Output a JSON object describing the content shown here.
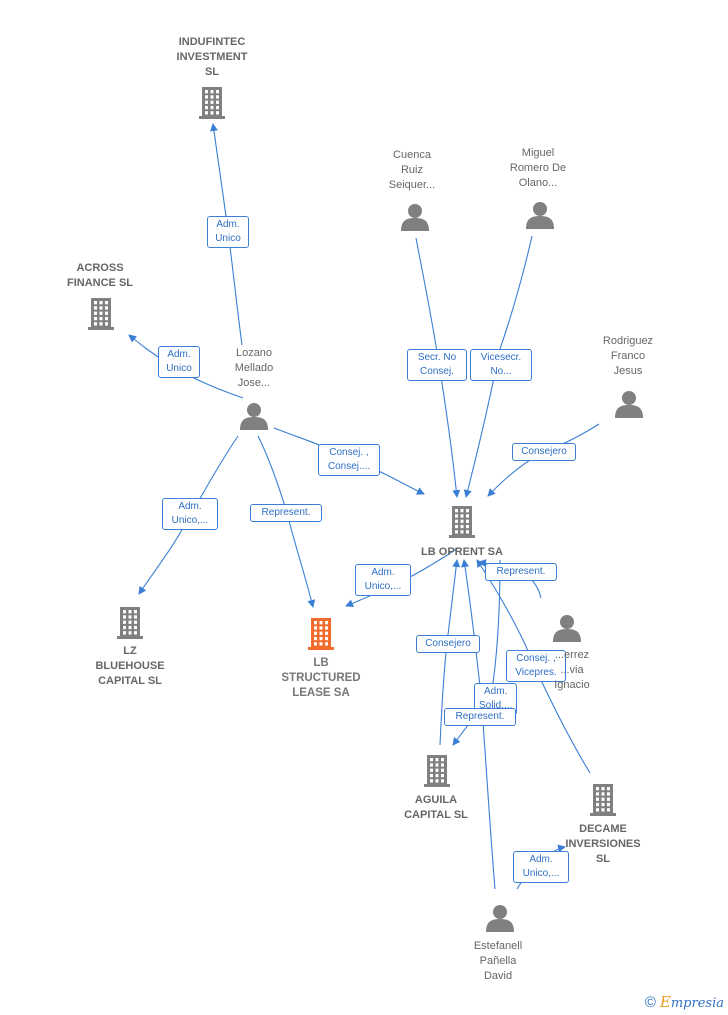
{
  "colors": {
    "edge": "#3a7fd5",
    "node": "#808080",
    "focus": "#f26b2d",
    "text": "#666666"
  },
  "nodes": [
    {
      "id": "indufintec",
      "kind": "company",
      "label": "INDUFINTEC\nINVESTMENT\nSL",
      "icon": "building-icon"
    },
    {
      "id": "across",
      "kind": "company",
      "label": "ACROSS\nFINANCE  SL",
      "icon": "building-icon"
    },
    {
      "id": "lozano",
      "kind": "person",
      "label": "Lozano\nMellado\nJose...",
      "icon": "person-icon"
    },
    {
      "id": "cuenca",
      "kind": "person",
      "label": "Cuenca\nRuiz\nSeiquer...",
      "icon": "person-icon"
    },
    {
      "id": "miguel",
      "kind": "person",
      "label": "Miguel\nRomero De\nOlano...",
      "icon": "person-icon"
    },
    {
      "id": "rodriguez",
      "kind": "person",
      "label": "Rodriguez\nFranco\nJesus",
      "icon": "person-icon"
    },
    {
      "id": "lboprent",
      "kind": "company",
      "label": "LB OPRENT SA",
      "icon": "building-icon"
    },
    {
      "id": "lz",
      "kind": "company",
      "label": "LZ\nBLUEHOUSE\nCAPITAL  SL",
      "icon": "building-icon"
    },
    {
      "id": "lbstructured",
      "kind": "focus",
      "label": "LB\nSTRUCTURED\nLEASE SA",
      "icon": "building-icon"
    },
    {
      "id": "gutierrez",
      "kind": "person",
      "label": "...errez\n...via\nIgnacio",
      "icon": "person-icon"
    },
    {
      "id": "aguila",
      "kind": "company",
      "label": "AGUILA\nCAPITAL SL",
      "icon": "building-icon"
    },
    {
      "id": "decame",
      "kind": "company",
      "label": "DECAME\nINVERSIONES\nSL",
      "icon": "building-icon"
    },
    {
      "id": "estefanell",
      "kind": "person",
      "label": "Estefanell\nPañella\nDavid",
      "icon": "person-icon"
    }
  ],
  "edges": [
    {
      "from": "lozano",
      "to": "indufintec",
      "label": "Adm.\nUnico"
    },
    {
      "from": "lozano",
      "to": "across",
      "label": "Adm.\nUnico"
    },
    {
      "from": "lozano",
      "to": "lboprent",
      "label": "Consej. ,\nConsej...."
    },
    {
      "from": "lozano",
      "to": "lz",
      "label": "Adm.\nUnico,..."
    },
    {
      "from": "lozano",
      "to": "lbstructured",
      "label": "Represent."
    },
    {
      "from": "cuenca",
      "to": "lboprent",
      "label": "Secr.  No\nConsej."
    },
    {
      "from": "miguel",
      "to": "lboprent",
      "label": "Vicesecr.\nNo..."
    },
    {
      "from": "rodriguez",
      "to": "lboprent",
      "label": "Consejero"
    },
    {
      "from": "lboprent",
      "to": "lbstructured",
      "label": "Adm.\nUnico,..."
    },
    {
      "from": "gutierrez",
      "to": "lboprent",
      "label": "Represent."
    },
    {
      "from": "aguila",
      "to": "lboprent",
      "label": "Consejero"
    },
    {
      "from": "decame",
      "to": "lboprent",
      "label": "Consej. ,\nVicepres."
    },
    {
      "from": "estefanell",
      "to": "lboprent",
      "label": "Adm.\nSolid...."
    },
    {
      "from": "lboprent",
      "to": "aguila",
      "label": "Represent."
    },
    {
      "from": "estefanell",
      "to": "decame",
      "label": "Adm.\nUnico,..."
    }
  ],
  "watermark": {
    "symbol": "©",
    "brand_initial": "E",
    "brand_rest": "mpresia"
  }
}
